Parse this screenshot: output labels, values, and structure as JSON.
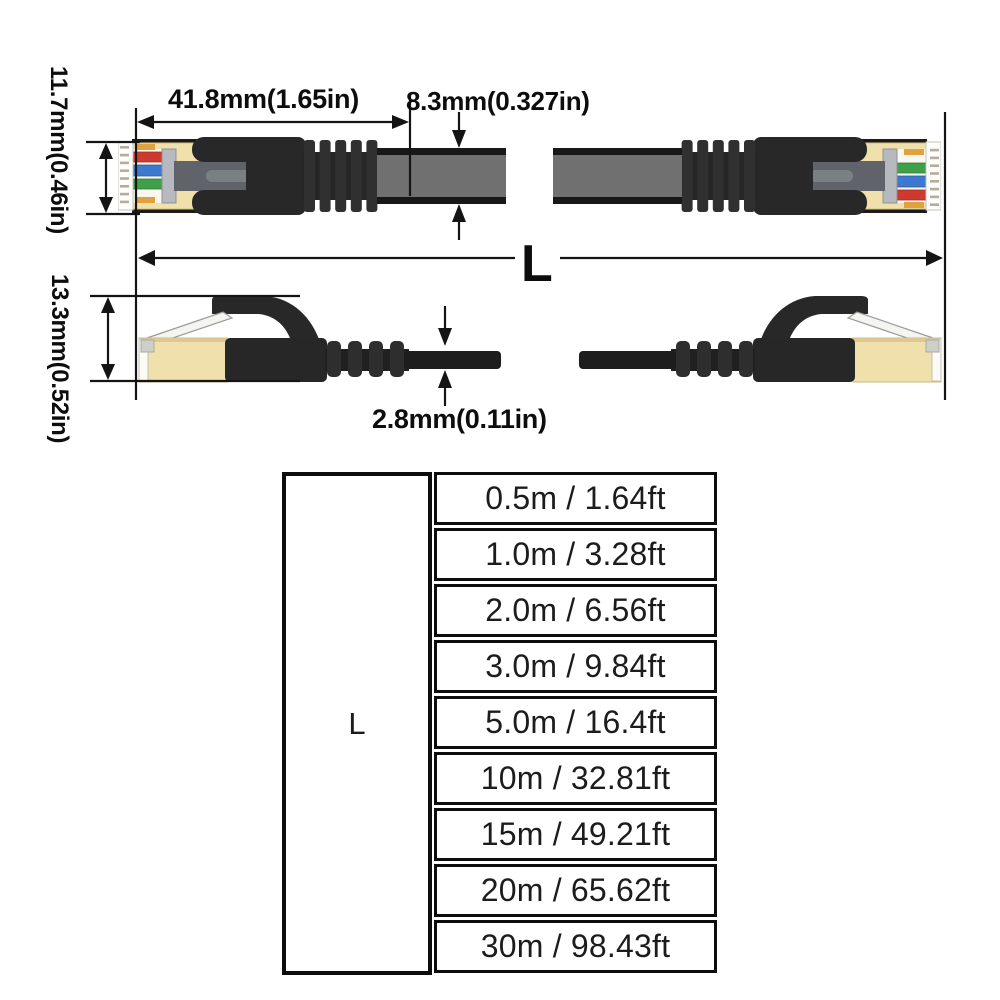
{
  "diagram": {
    "dimensions": {
      "top_width": "41.8mm(1.65in)",
      "cable_thickness_top": "8.3mm(0.327in)",
      "plug_height": "11.7mm(0.46in)",
      "side_height": "13.3mm(0.52in)",
      "cable_thickness_side": "2.8mm(0.11in)",
      "length_symbol": "L"
    },
    "colors": {
      "gold_plug": "#f0e1ac",
      "boot_black": "#282828",
      "cable_gray": "#707070",
      "wire_red": "#cf3a2f",
      "wire_blue": "#3d79cf",
      "wire_green": "#3fa04a",
      "wire_orange": "#dfa23f",
      "annotation_line": "#141414"
    }
  },
  "table": {
    "length_label": "L",
    "rows": [
      "0.5m / 1.64ft",
      "1.0m / 3.28ft",
      "2.0m / 6.56ft",
      "3.0m / 9.84ft",
      "5.0m / 16.4ft",
      "10m / 32.81ft",
      "15m / 49.21ft",
      "20m / 65.62ft",
      "30m / 98.43ft"
    ]
  }
}
